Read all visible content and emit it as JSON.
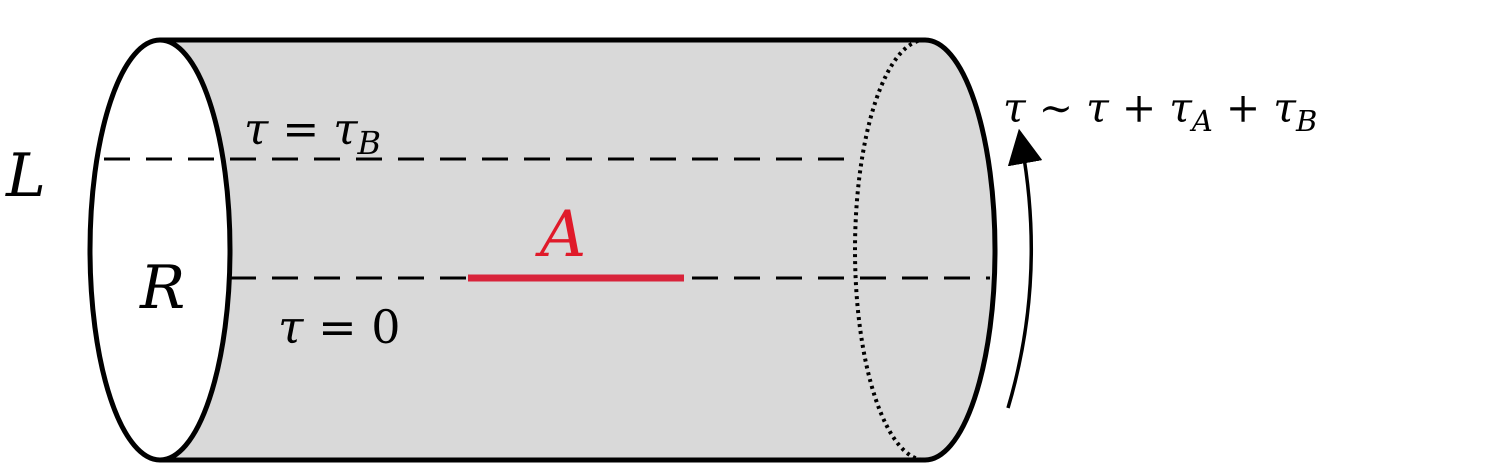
{
  "labels": {
    "left_top": "L",
    "left_bottom": "R",
    "line_top": {
      "var": "τ",
      "eq": " = ",
      "rhs": "τ",
      "sub": "B"
    },
    "line_bottom": {
      "var": "τ",
      "eq": " = ",
      "rhs": "0"
    },
    "segment": "A",
    "identification": {
      "lhs": "τ",
      "sim": " ∼ ",
      "t1": "τ",
      "plus1": " + ",
      "t2": "τ",
      "sub2": "A",
      "plus2": " + ",
      "t3": "τ",
      "sub3": "B"
    }
  },
  "colors": {
    "surface": "#d9d9d9",
    "stroke": "#000000",
    "segment": "#d8233a"
  }
}
